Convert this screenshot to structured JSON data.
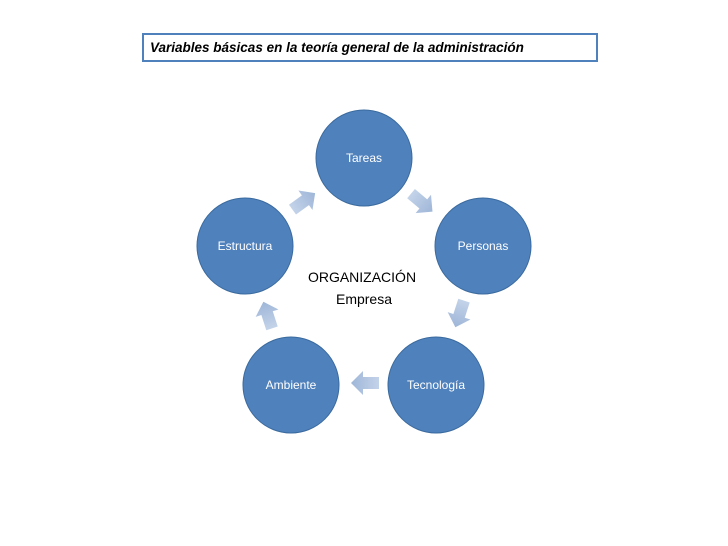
{
  "title": "Variables básicas en la teoría general de la administración",
  "center": {
    "line1": "ORGANIZACIÓN",
    "line2": "Empresa"
  },
  "nodes": [
    {
      "label": "Tareas"
    },
    {
      "label": "Personas"
    },
    {
      "label": "Tecnología"
    },
    {
      "label": "Ambiente"
    },
    {
      "label": "Estructura"
    }
  ],
  "colors": {
    "node_fill": "#4F81BD",
    "node_stroke": "#3A6A9E",
    "arrow_fill": "#A7BCDB",
    "title_border": "#4F81BD"
  }
}
